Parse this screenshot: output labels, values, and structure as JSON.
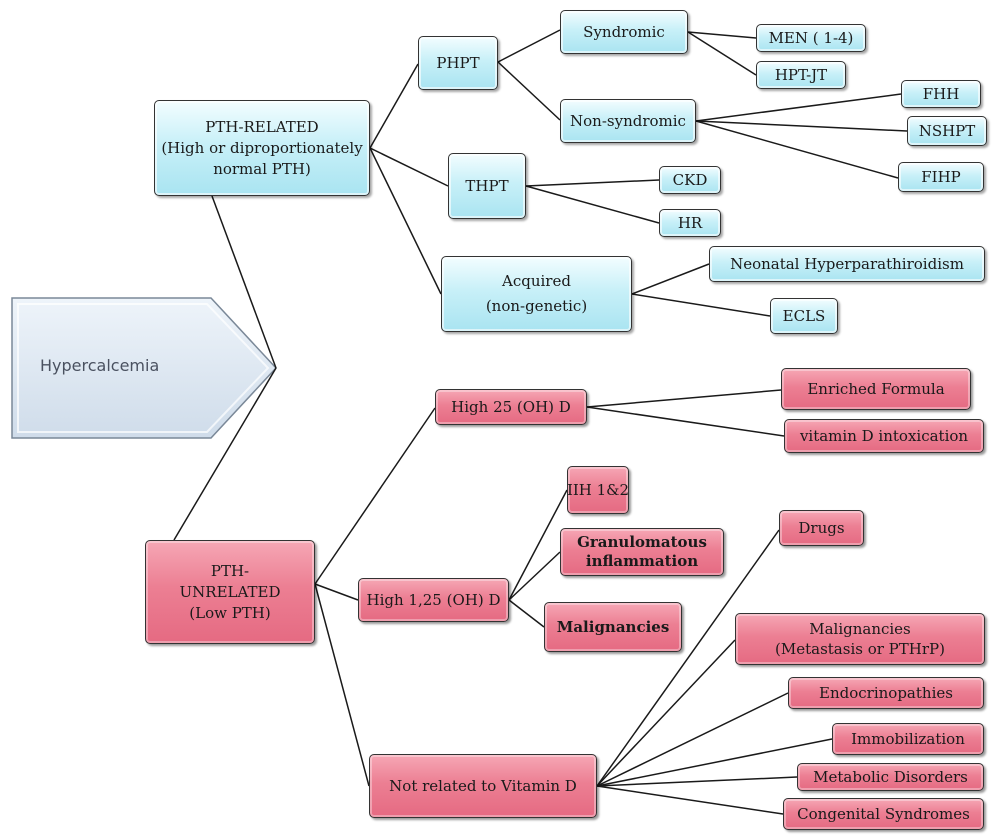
{
  "root": {
    "label": "Hypercalcemia"
  },
  "pth_related": {
    "label": [
      "PTH-RELATED",
      "(High or diproportionately",
      "normal PTH)"
    ],
    "phpt": {
      "label": "PHPT",
      "syndromic": {
        "label": "Syndromic",
        "children": [
          "MEN ( 1-4)",
          "HPT-JT"
        ]
      },
      "non_syndromic": {
        "label": "Non-syndromic",
        "children": [
          "FHH",
          "NSHPT",
          "FIHP"
        ]
      }
    },
    "thpt": {
      "label": "THPT",
      "children": [
        "CKD",
        "HR"
      ]
    },
    "acquired": {
      "label": [
        "Acquired",
        "(non-genetic)"
      ],
      "children": [
        "Neonatal Hyperparathiroidism",
        "ECLS"
      ]
    }
  },
  "pth_unrelated": {
    "label": [
      "PTH-",
      "UNRELATED",
      "(Low PTH)"
    ],
    "high_25": {
      "label": "High 25 (OH) D",
      "children": [
        "Enriched Formula",
        "vitamin D intoxication"
      ]
    },
    "high_125": {
      "label": "High 1,25 (OH) D",
      "children": [
        [
          "IIH 1&2"
        ],
        [
          "Granulomatous",
          "inflammation"
        ],
        [
          "Malignancies"
        ]
      ]
    },
    "not_vit_d": {
      "label": "Not related to Vitamin D",
      "children": [
        [
          "Drugs"
        ],
        [
          "Malignancies",
          "(Metastasis or PTHrP)"
        ],
        [
          "Endocrinopathies"
        ],
        [
          "Immobilization"
        ],
        [
          "Metabolic Disorders"
        ],
        [
          "Congenital Syndromes"
        ]
      ]
    }
  },
  "colors": {
    "blue_fill": "#b9eaf5",
    "pink_fill": "#ec7f93",
    "root_fill": "#dde7f2",
    "line": "#1a1a1a"
  }
}
